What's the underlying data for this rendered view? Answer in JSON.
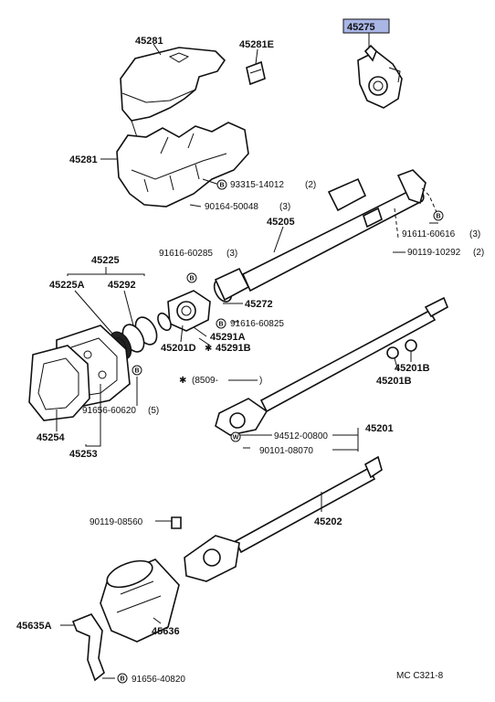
{
  "highlight_color": "#a9b6e6",
  "labels": {
    "p45281_top": "45281",
    "p45281e": "45281E",
    "p45275": "45275",
    "p45281_side": "45281",
    "p93315": "93315-14012",
    "p93315_qty": "(2)",
    "p90164": "90164-50048",
    "p90164_qty": "(3)",
    "p45205": "45205",
    "p91611": "91611-60616",
    "p91611_qty": "(3)",
    "p90119a": "90119-10292",
    "p90119a_qty": "(2)",
    "p45225": "45225",
    "p91616a": "91616-60285",
    "p91616a_qty": "(3)",
    "p45225a": "45225A",
    "p45292": "45292",
    "p45272": "45272",
    "p91616b": "91616-60825",
    "p45291a": "45291A",
    "p45201d": "45201D",
    "p45291b": "45291B",
    "p45201b_1": "45201B",
    "p45201b_2": "45201B",
    "p8509": "(8509-",
    "p8509_end": ")",
    "p91656a": "91656-60620",
    "p91656a_qty": "(5)",
    "p45254": "45254",
    "p45253": "45253",
    "p94512": "94512-00800",
    "p45201": "45201",
    "p90101": "90101-08070",
    "p90119b": "90119-08560",
    "p45202": "45202",
    "p45635a": "45635A",
    "p45636": "45636",
    "p91656b": "91656-40820",
    "code": "MC C321-8",
    "bolt_mark": "B",
    "washer_mark": "W",
    "star": "✱"
  }
}
